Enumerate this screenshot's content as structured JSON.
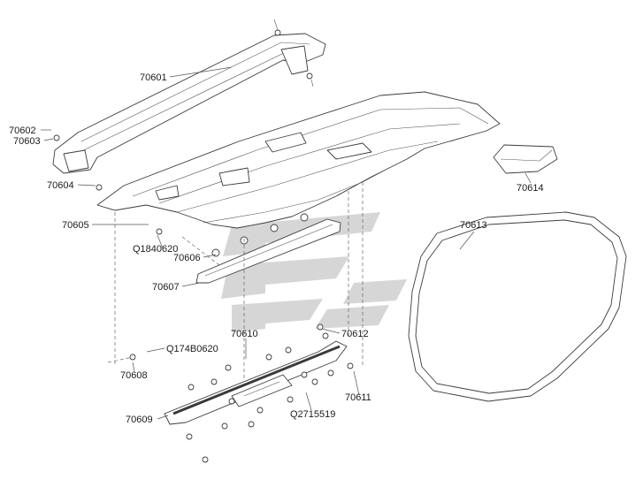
{
  "diagram": {
    "callouts": [
      {
        "id": "70601",
        "text": "70601"
      },
      {
        "id": "70602",
        "text": "70602"
      },
      {
        "id": "70603",
        "text": "70603"
      },
      {
        "id": "70604",
        "text": "70604"
      },
      {
        "id": "70605",
        "text": "70605"
      },
      {
        "id": "Q1840620",
        "text": "Q1840620"
      },
      {
        "id": "70606",
        "text": "70606"
      },
      {
        "id": "70607",
        "text": "70607"
      },
      {
        "id": "70610",
        "text": "70610"
      },
      {
        "id": "70612",
        "text": "70612"
      },
      {
        "id": "Q174B0620",
        "text": "Q174B0620"
      },
      {
        "id": "70608",
        "text": "70608"
      },
      {
        "id": "70611",
        "text": "70611"
      },
      {
        "id": "Q2715519",
        "text": "Q2715519"
      },
      {
        "id": "70609",
        "text": "70609"
      },
      {
        "id": "70613",
        "text": "70613"
      },
      {
        "id": "70614",
        "text": "70614"
      }
    ]
  }
}
